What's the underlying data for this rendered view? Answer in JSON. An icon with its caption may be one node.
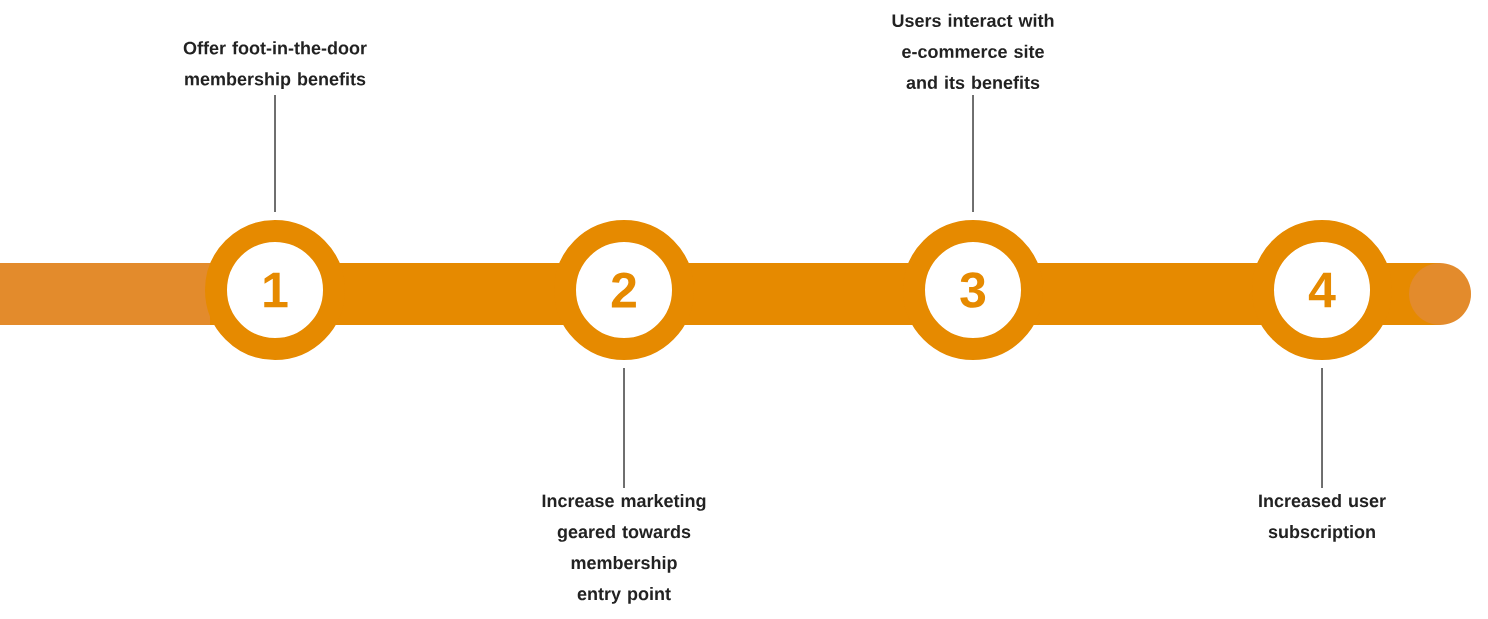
{
  "diagram": {
    "nodes": [
      {
        "text": [
          "Offer foot-in-the-door membership benefits"
        ]
      },
      {
        "text": [
          "1"
        ]
      },
      {
        "text": [
          "2"
        ]
      },
      {
        "text": [
          "Increase marketing geared towards membership entry point"
        ]
      },
      {
        "text": [
          "Users interact with e-commerce site and its benefits"
        ]
      },
      {
        "text": [
          "3"
        ]
      },
      {
        "text": [
          "4"
        ]
      },
      {
        "text": [
          "Increased user subscription"
        ]
      }
    ],
    "edges": [
      {
        "from": 0,
        "to": 1,
        "arrow": "none"
      },
      {
        "from": 3,
        "to": 2,
        "arrow": "none"
      },
      {
        "from": 4,
        "to": 5,
        "arrow": "none"
      },
      {
        "from": 7,
        "to": 6,
        "arrow": "none"
      }
    ]
  }
}
